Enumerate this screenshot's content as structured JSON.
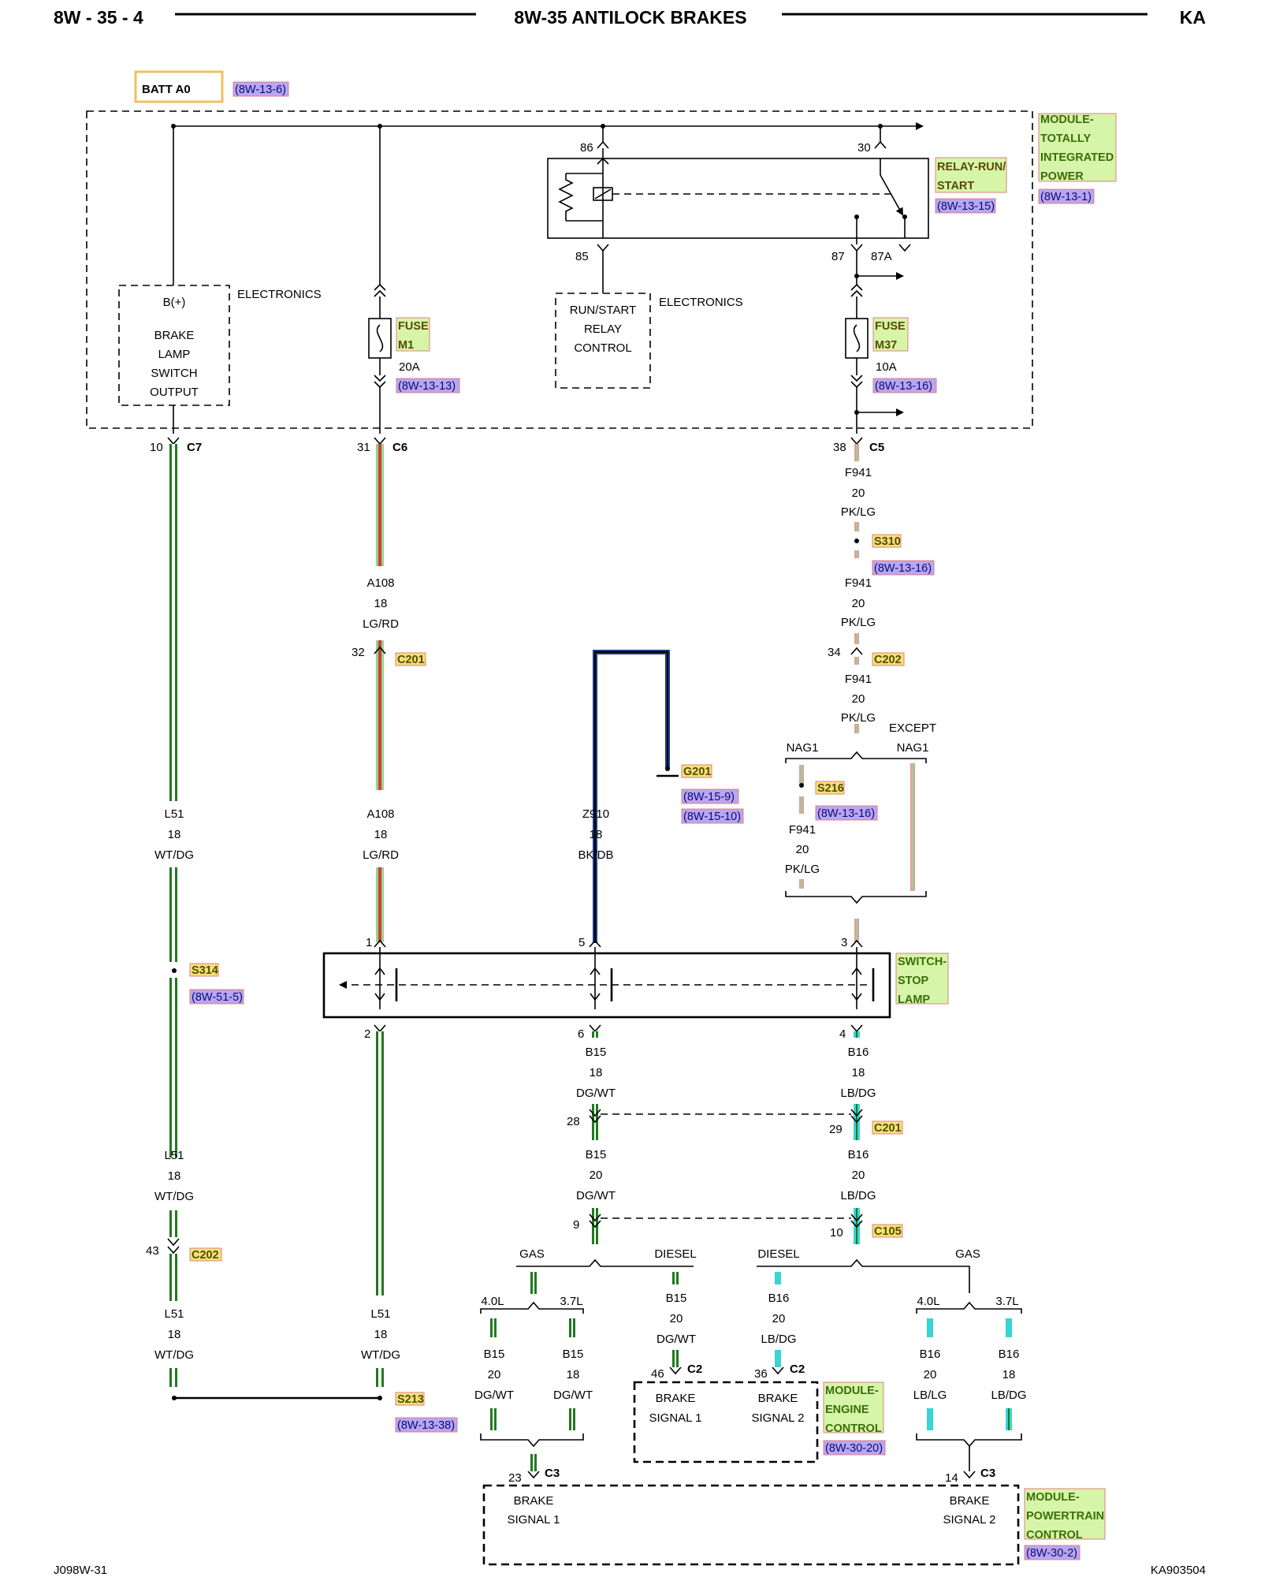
{
  "header": {
    "left": "8W - 35 - 4",
    "title": "8W-35 ANTILOCK BRAKES",
    "right": "KA"
  },
  "footer": {
    "left": "J098W-31",
    "right": "KA903504"
  },
  "batt": {
    "label": "BATT A0",
    "ref": "(8W-13-6)"
  },
  "tipm": {
    "line1": "MODULE-",
    "line2": "TOTALLY",
    "line3": "INTEGRATED",
    "line4": "POWER",
    "ref": "(8W-13-1)"
  },
  "relay": {
    "line1": "RELAY-RUN/",
    "line2": "START",
    "ref": "(8W-13-15)",
    "pin86": "86",
    "pin30": "30",
    "pin85": "85",
    "pin87": "87",
    "pin87a": "87A"
  },
  "brake_output": {
    "bplus": "B(+)",
    "l1": "BRAKE",
    "l2": "LAMP",
    "l3": "SWITCH",
    "l4": "OUTPUT",
    "electronics": "ELECTRONICS"
  },
  "run_start": {
    "l1": "RUN/START",
    "l2": "RELAY",
    "l3": "CONTROL",
    "electronics": "ELECTRONICS"
  },
  "fuse_m1": {
    "l1": "FUSE",
    "l2": "M1",
    "amps": "20A",
    "ref": "(8W-13-13)"
  },
  "fuse_m37": {
    "l1": "FUSE",
    "l2": "M37",
    "amps": "10A",
    "ref": "(8W-13-16)"
  },
  "connectors": {
    "c7": {
      "pin": "10",
      "name": "C7"
    },
    "c6": {
      "pin": "31",
      "name": "C6"
    },
    "c5": {
      "pin": "38",
      "name": "C5"
    },
    "c201a": {
      "pin": "32",
      "name": "C201"
    },
    "c202a": {
      "pin": "34",
      "name": "C202"
    },
    "c201b": {
      "pin1": "28",
      "pin2": "29",
      "name": "C201"
    },
    "c105": {
      "pin1": "9",
      "pin2": "10",
      "name": "C105"
    },
    "c202b": {
      "pin": "43",
      "name": "C202"
    }
  },
  "splices": {
    "s310": {
      "name": "S310",
      "ref": "(8W-13-16)"
    },
    "s216": {
      "name": "S216",
      "ref": "(8W-13-16)"
    },
    "s314": {
      "name": "S314",
      "ref": "(8W-51-5)"
    },
    "s213": {
      "name": "S213",
      "ref": "(8W-13-38)"
    },
    "g201": {
      "name": "G201",
      "ref1": "(8W-15-9)",
      "ref2": "(8W-15-10)"
    }
  },
  "wires": {
    "f941_1": {
      "c": "F941",
      "g": "20",
      "col": "PK/LG"
    },
    "f941_2": {
      "c": "F941",
      "g": "20",
      "col": "PK/LG"
    },
    "f941_3": {
      "c": "F941",
      "g": "20",
      "col": "PK/LG"
    },
    "f941_4": {
      "c": "F941",
      "g": "20",
      "col": "PK/LG"
    },
    "a108_1": {
      "c": "A108",
      "g": "18",
      "col": "LG/RD"
    },
    "a108_2": {
      "c": "A108",
      "g": "18",
      "col": "LG/RD"
    },
    "z910": {
      "c": "Z910",
      "g": "18",
      "col": "BK/DB"
    },
    "l51_1": {
      "c": "L51",
      "g": "18",
      "col": "WT/DG"
    },
    "l51_2": {
      "c": "L51",
      "g": "18",
      "col": "WT/DG"
    },
    "l51_3": {
      "c": "L51",
      "g": "18",
      "col": "WT/DG"
    },
    "l51_4": {
      "c": "L51",
      "g": "18",
      "col": "WT/DG"
    },
    "b15_1": {
      "c": "B15",
      "g": "18",
      "col": "DG/WT"
    },
    "b15_2": {
      "c": "B15",
      "g": "20",
      "col": "DG/WT"
    },
    "b15_d": {
      "c": "B15",
      "g": "20",
      "col": "DG/WT"
    },
    "b15_40": {
      "c": "B15",
      "g": "20",
      "col": "DG/WT"
    },
    "b15_37": {
      "c": "B15",
      "g": "18",
      "col": "DG/WT"
    },
    "b16_1": {
      "c": "B16",
      "g": "18",
      "col": "LB/DG"
    },
    "b16_2": {
      "c": "B16",
      "g": "20",
      "col": "LB/DG"
    },
    "b16_d": {
      "c": "B16",
      "g": "20",
      "col": "LB/DG"
    },
    "b16_40": {
      "c": "B16",
      "g": "20",
      "col": "LB/LG"
    },
    "b16_37": {
      "c": "B16",
      "g": "18",
      "col": "LB/DG"
    }
  },
  "options": {
    "nag1": "NAG1",
    "except": "EXCEPT",
    "except_nag1": "NAG1",
    "gas": "GAS",
    "diesel": "DIESEL",
    "l40": "4.0L",
    "l37": "3.7L"
  },
  "switch": {
    "l1": "SWITCH-",
    "l2": "STOP",
    "l3": "LAMP",
    "pin1": "1",
    "pin5": "5",
    "pin3": "3",
    "pin2": "2",
    "pin6": "6",
    "pin4": "4"
  },
  "ecm": {
    "l1": "MODULE-",
    "l2": "ENGINE",
    "l3": "CONTROL",
    "ref": "(8W-30-20)",
    "pin46": "46",
    "pin36": "36",
    "conn": "C2",
    "sig1a": "BRAKE",
    "sig1b": "SIGNAL 1",
    "sig2a": "BRAKE",
    "sig2b": "SIGNAL 2"
  },
  "pcm": {
    "l1": "MODULE-",
    "l2": "POWERTRAIN",
    "l3": "CONTROL",
    "ref": "(8W-30-2)",
    "pin23": "23",
    "pin14": "14",
    "conn": "C3",
    "sig1a": "BRAKE",
    "sig1b": "SIGNAL 1",
    "sig2a": "BRAKE",
    "sig2b": "SIGNAL 2"
  },
  "colors": {
    "green": "#1f7a1f",
    "dark_green": "#0b4d0b",
    "white": "#ffffff",
    "red": "#d63a3a",
    "pink": "#e89aa0",
    "light_green": "#8fd68f",
    "blue": "#223a88",
    "cyan": "#3ad4d4",
    "module_fill": "#d6f5a8",
    "module_border": "#e08080",
    "ref_fill": "#b9a6f0",
    "tag_fill": "#f2e27a",
    "batt_border": "#f0c060"
  }
}
